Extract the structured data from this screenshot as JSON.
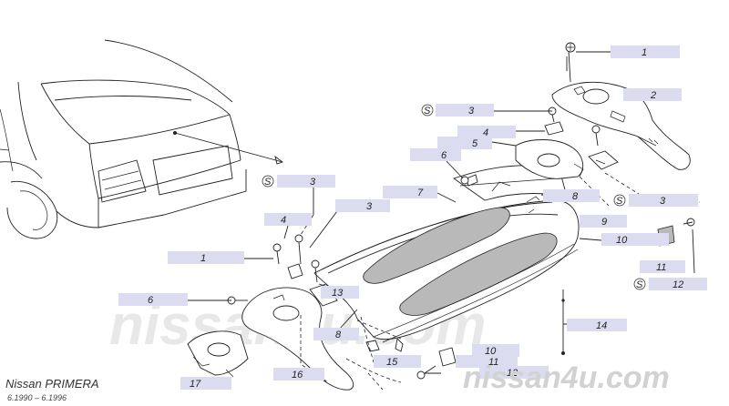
{
  "brand": {
    "title": "Nissan PRIMERA",
    "date_range": "6.1990  –  6.1996",
    "watermark_center": "nissan4u.com",
    "watermark_corner": "nissan4u.com"
  },
  "callouts": [
    {
      "id": "c1a",
      "num": "1"
    },
    {
      "id": "c2",
      "num": "2"
    },
    {
      "id": "c3a",
      "num": "3",
      "s": true
    },
    {
      "id": "c4a",
      "num": "4"
    },
    {
      "id": "c5",
      "num": "5"
    },
    {
      "id": "c6a",
      "num": "6"
    },
    {
      "id": "c7",
      "num": "7"
    },
    {
      "id": "c8a",
      "num": "8"
    },
    {
      "id": "c3b",
      "num": "3",
      "s": true
    },
    {
      "id": "c9",
      "num": "9"
    },
    {
      "id": "c3c",
      "num": "3",
      "s": true
    },
    {
      "id": "c3d",
      "num": "3"
    },
    {
      "id": "c10a",
      "num": "10"
    },
    {
      "id": "c4b",
      "num": "4"
    },
    {
      "id": "c1b",
      "num": "1"
    },
    {
      "id": "c11a",
      "num": "11"
    },
    {
      "id": "c12a",
      "num": "12",
      "s": true
    },
    {
      "id": "c6b",
      "num": "6"
    },
    {
      "id": "c13",
      "num": "13"
    },
    {
      "id": "c14",
      "num": "14"
    },
    {
      "id": "c8b",
      "num": "8"
    },
    {
      "id": "c10b",
      "num": "10"
    },
    {
      "id": "c11b",
      "num": "11"
    },
    {
      "id": "c15",
      "num": "15"
    },
    {
      "id": "c16",
      "num": "16"
    },
    {
      "id": "c12b",
      "num": "12"
    },
    {
      "id": "c17",
      "num": "17"
    }
  ],
  "s_symbol": "S"
}
